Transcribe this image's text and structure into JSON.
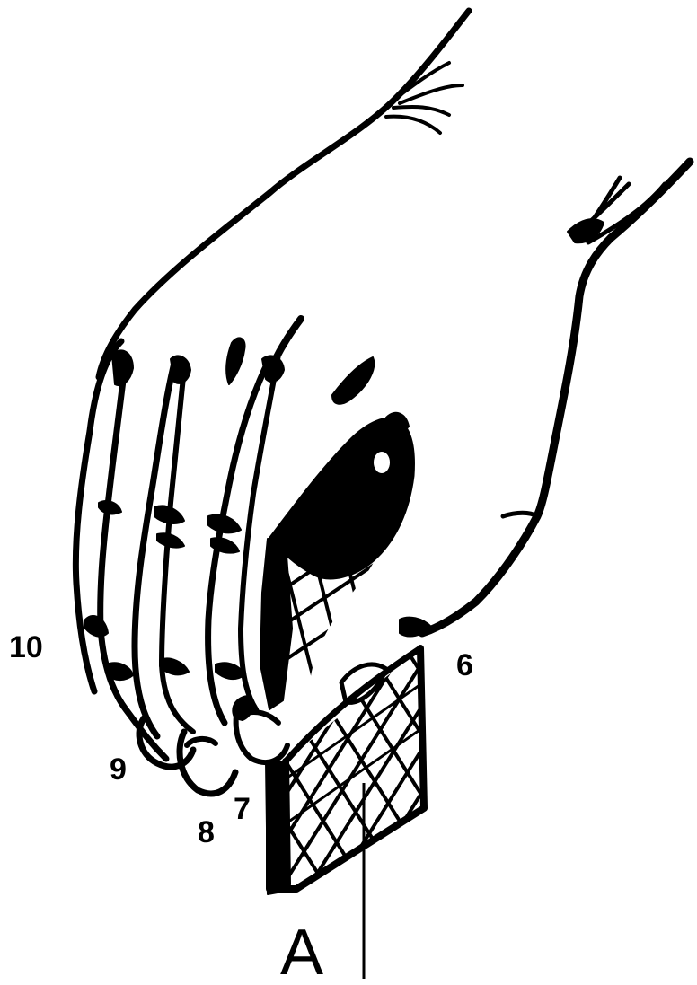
{
  "figure": {
    "labels": {
      "finger_6": "6",
      "finger_7": "7",
      "finger_8": "8",
      "finger_9": "9",
      "finger_10": "10",
      "object": "A"
    }
  },
  "colors": {
    "ink": "#000000",
    "background": "#ffffff"
  }
}
